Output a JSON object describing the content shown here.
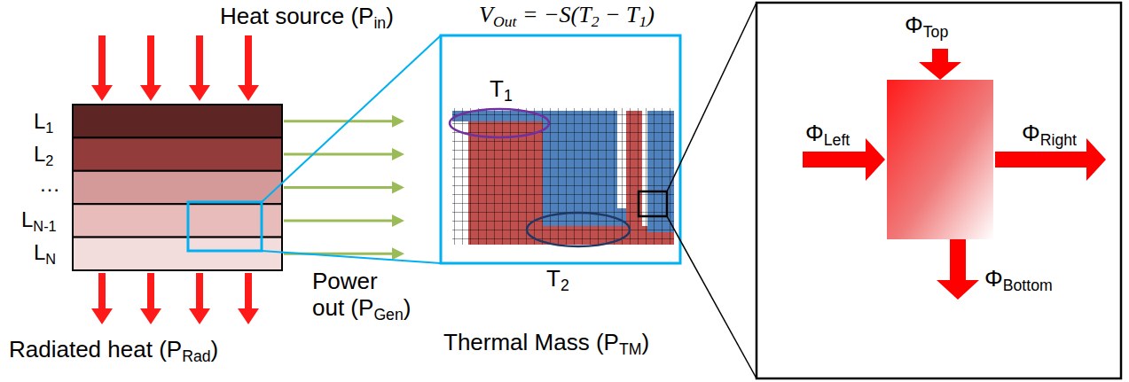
{
  "diagram": {
    "labels": [
      "Heat source (Pin)",
      "L1",
      "L2",
      "…",
      "LN-1",
      "LN",
      "Power out (PGen)",
      "Radiated heat (PRad)",
      "VOut = −S(T2 − T1)",
      "T1",
      "T2",
      "Thermal Mass (PTM)",
      "ΦTop",
      "ΦLeft",
      "ΦRight",
      "ΦBottom"
    ]
  }
}
